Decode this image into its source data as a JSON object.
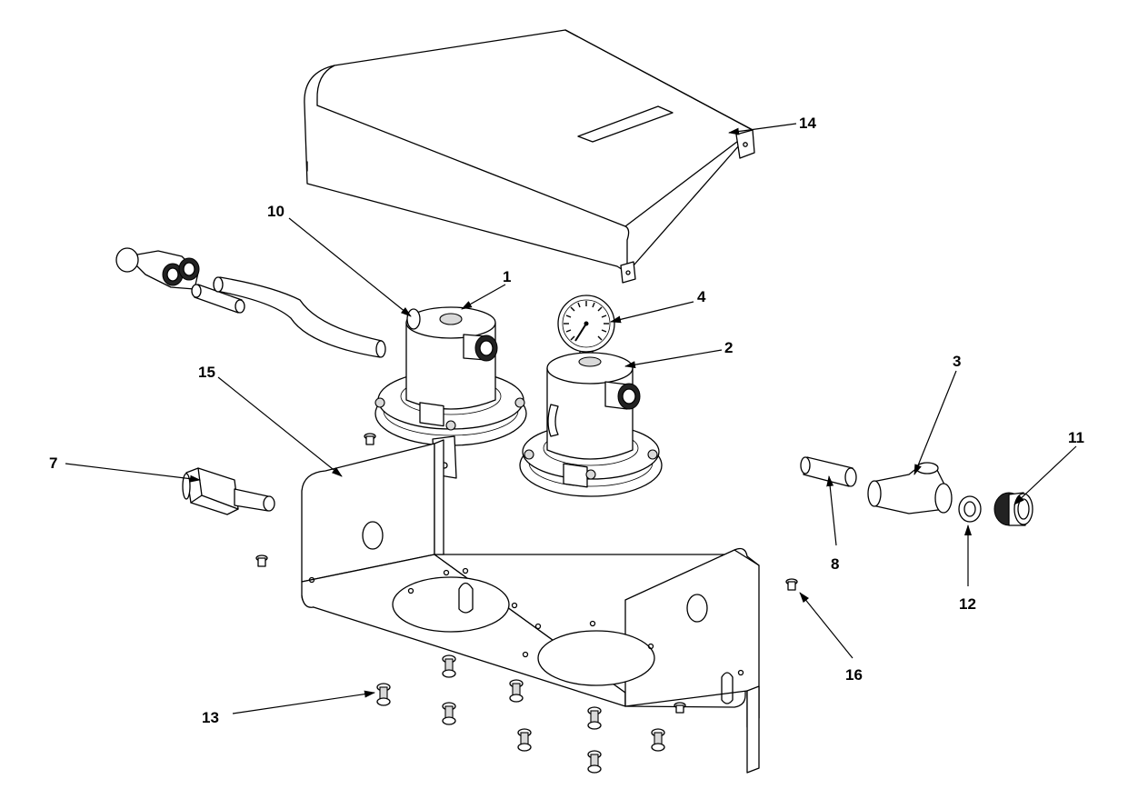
{
  "callouts": [
    {
      "id": "1",
      "label": "1"
    },
    {
      "id": "2",
      "label": "2"
    },
    {
      "id": "3",
      "label": "3"
    },
    {
      "id": "4",
      "label": "4"
    },
    {
      "id": "7",
      "label": "7"
    },
    {
      "id": "8",
      "label": "8"
    },
    {
      "id": "10",
      "label": "10"
    },
    {
      "id": "11",
      "label": "11"
    },
    {
      "id": "12",
      "label": "12"
    },
    {
      "id": "13",
      "label": "13"
    },
    {
      "id": "14",
      "label": "14"
    },
    {
      "id": "15",
      "label": "15"
    },
    {
      "id": "16",
      "label": "16"
    }
  ]
}
